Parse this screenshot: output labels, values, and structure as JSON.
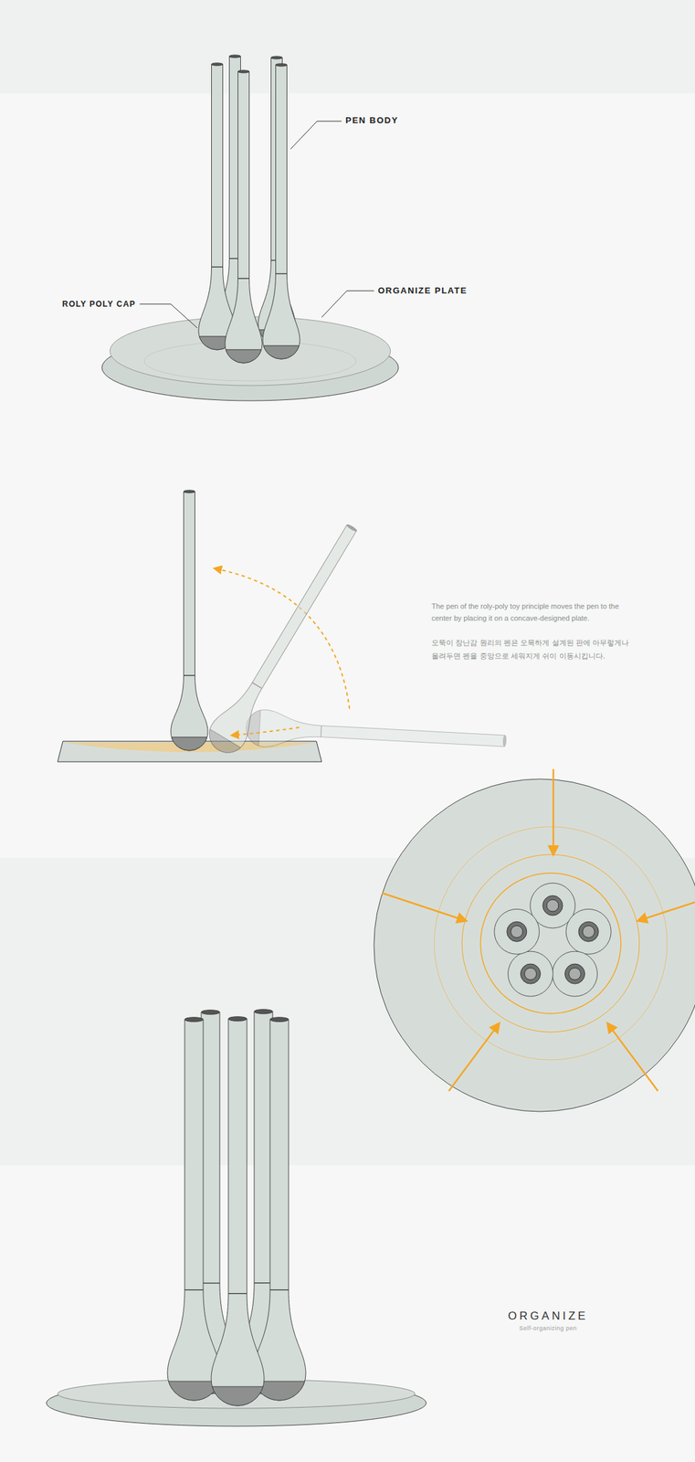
{
  "diagram": {
    "title": "ORGANIZE",
    "caption": "Self-organizing pen",
    "labels": [
      "PEN BODY",
      "ROLY POLY CAP",
      "ORGANIZE PLATE",
      "The pen of the roly-poly toy principle moves the pen to the center by placing it on a concave-designed plate.",
      "오뚝이 장난감 원리의 펜은 오목하게 설계된 판에 아무렇게나 올려두면 펜을 중앙으로 세워지게 쉬이 이동시킵니다."
    ]
  }
}
